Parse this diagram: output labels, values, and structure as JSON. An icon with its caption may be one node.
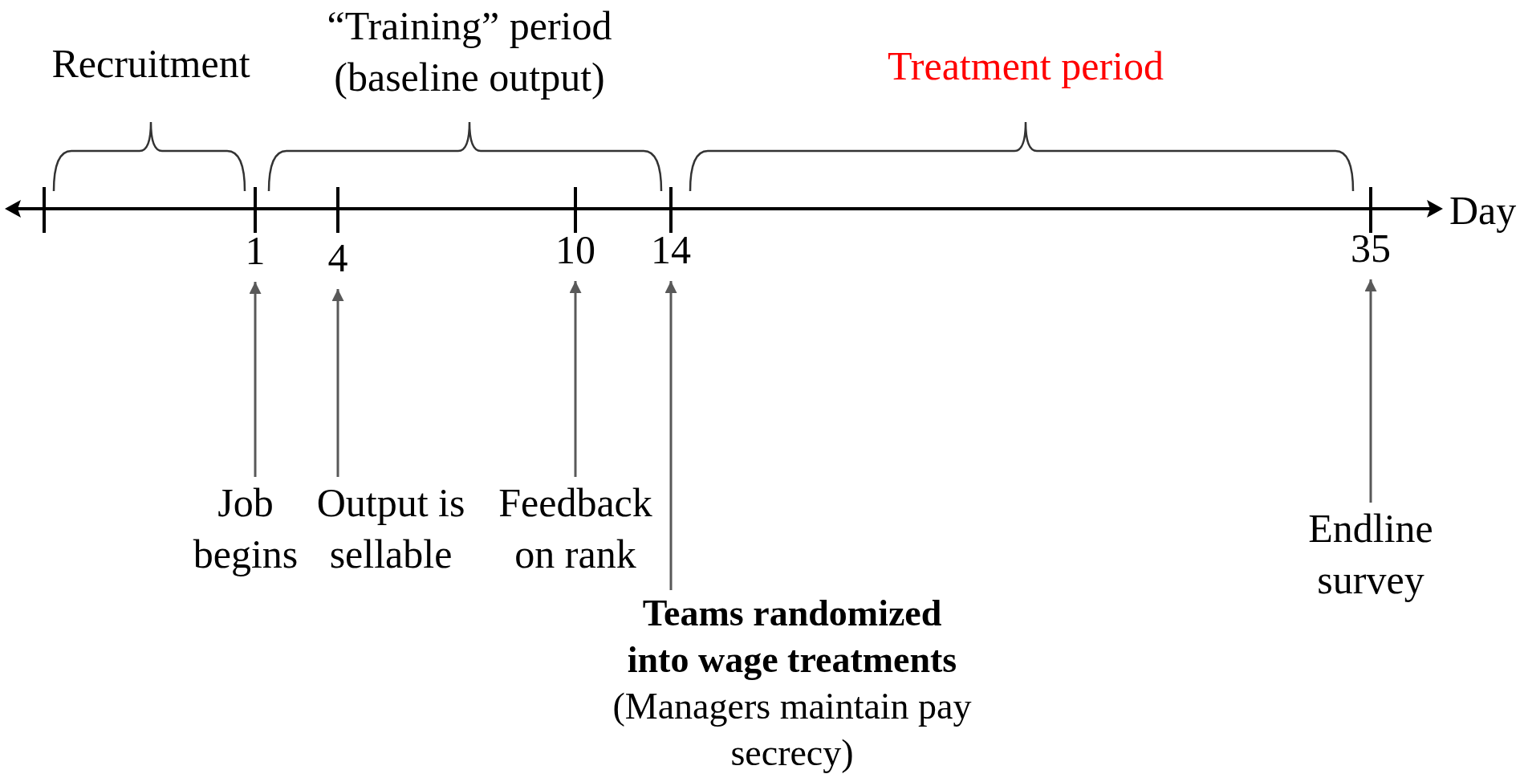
{
  "diagram": {
    "nodes": [
      {
        "text": [
          "1"
        ]
      },
      {
        "text": [
          "4"
        ]
      },
      {
        "text": [
          "10"
        ]
      },
      {
        "text": [
          "14"
        ]
      },
      {
        "text": [
          "35"
        ]
      },
      {
        "text": [
          "Job begins"
        ]
      },
      {
        "text": [
          "Output is sellable"
        ]
      },
      {
        "text": [
          "Feedback on rank"
        ]
      },
      {
        "text": [
          "Teams randomized into wage treatments",
          "(Managers maintain pay secrecy)"
        ]
      },
      {
        "text": [
          "Endline survey"
        ]
      }
    ],
    "edges": [
      {
        "from": 5,
        "to": 0,
        "arrow": "to"
      },
      {
        "from": 6,
        "to": 1,
        "arrow": "to"
      },
      {
        "from": 7,
        "to": 2,
        "arrow": "to"
      },
      {
        "from": 8,
        "to": 3,
        "arrow": "to"
      },
      {
        "from": 9,
        "to": 4,
        "arrow": "to"
      }
    ],
    "labels": [
      "Recruitment",
      "“Training” period (baseline output)",
      "Treatment period",
      "Day"
    ]
  }
}
